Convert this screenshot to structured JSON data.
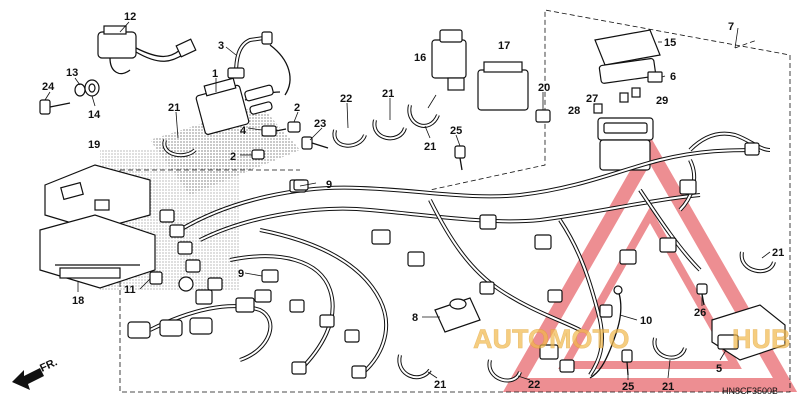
{
  "labels": [
    {
      "id": "12",
      "text": "12"
    },
    {
      "id": "13",
      "text": "13"
    },
    {
      "id": "24",
      "text": "24"
    },
    {
      "id": "14",
      "text": "14"
    },
    {
      "id": "3",
      "text": "3"
    },
    {
      "id": "1",
      "text": "1"
    },
    {
      "id": "21a",
      "text": "21"
    },
    {
      "id": "4",
      "text": "4"
    },
    {
      "id": "2a",
      "text": "2"
    },
    {
      "id": "2b",
      "text": "2"
    },
    {
      "id": "23",
      "text": "23"
    },
    {
      "id": "22a",
      "text": "22"
    },
    {
      "id": "21b",
      "text": "21"
    },
    {
      "id": "21c",
      "text": "21"
    },
    {
      "id": "16",
      "text": "16"
    },
    {
      "id": "17",
      "text": "17"
    },
    {
      "id": "20",
      "text": "20"
    },
    {
      "id": "25a",
      "text": "25"
    },
    {
      "id": "7",
      "text": "7"
    },
    {
      "id": "15",
      "text": "15"
    },
    {
      "id": "6",
      "text": "6"
    },
    {
      "id": "27",
      "text": "27"
    },
    {
      "id": "28",
      "text": "28"
    },
    {
      "id": "29",
      "text": "29"
    },
    {
      "id": "19",
      "text": "19"
    },
    {
      "id": "9a",
      "text": "9"
    },
    {
      "id": "9b",
      "text": "9"
    },
    {
      "id": "11",
      "text": "11"
    },
    {
      "id": "18",
      "text": "18"
    },
    {
      "id": "8",
      "text": "8"
    },
    {
      "id": "10",
      "text": "10"
    },
    {
      "id": "26",
      "text": "26"
    },
    {
      "id": "21d",
      "text": "21"
    },
    {
      "id": "5",
      "text": "5"
    },
    {
      "id": "21e",
      "text": "21"
    },
    {
      "id": "22b",
      "text": "22"
    },
    {
      "id": "25b",
      "text": "25"
    },
    {
      "id": "21f",
      "text": "21"
    }
  ],
  "direction_label": "FR.",
  "diagram_code": "HN8CF3500B",
  "watermark": {
    "brand_left": "AUTOMOTO",
    "brand_right": "HUB",
    "color": "#e0323a",
    "accent": "#f2b84b"
  }
}
